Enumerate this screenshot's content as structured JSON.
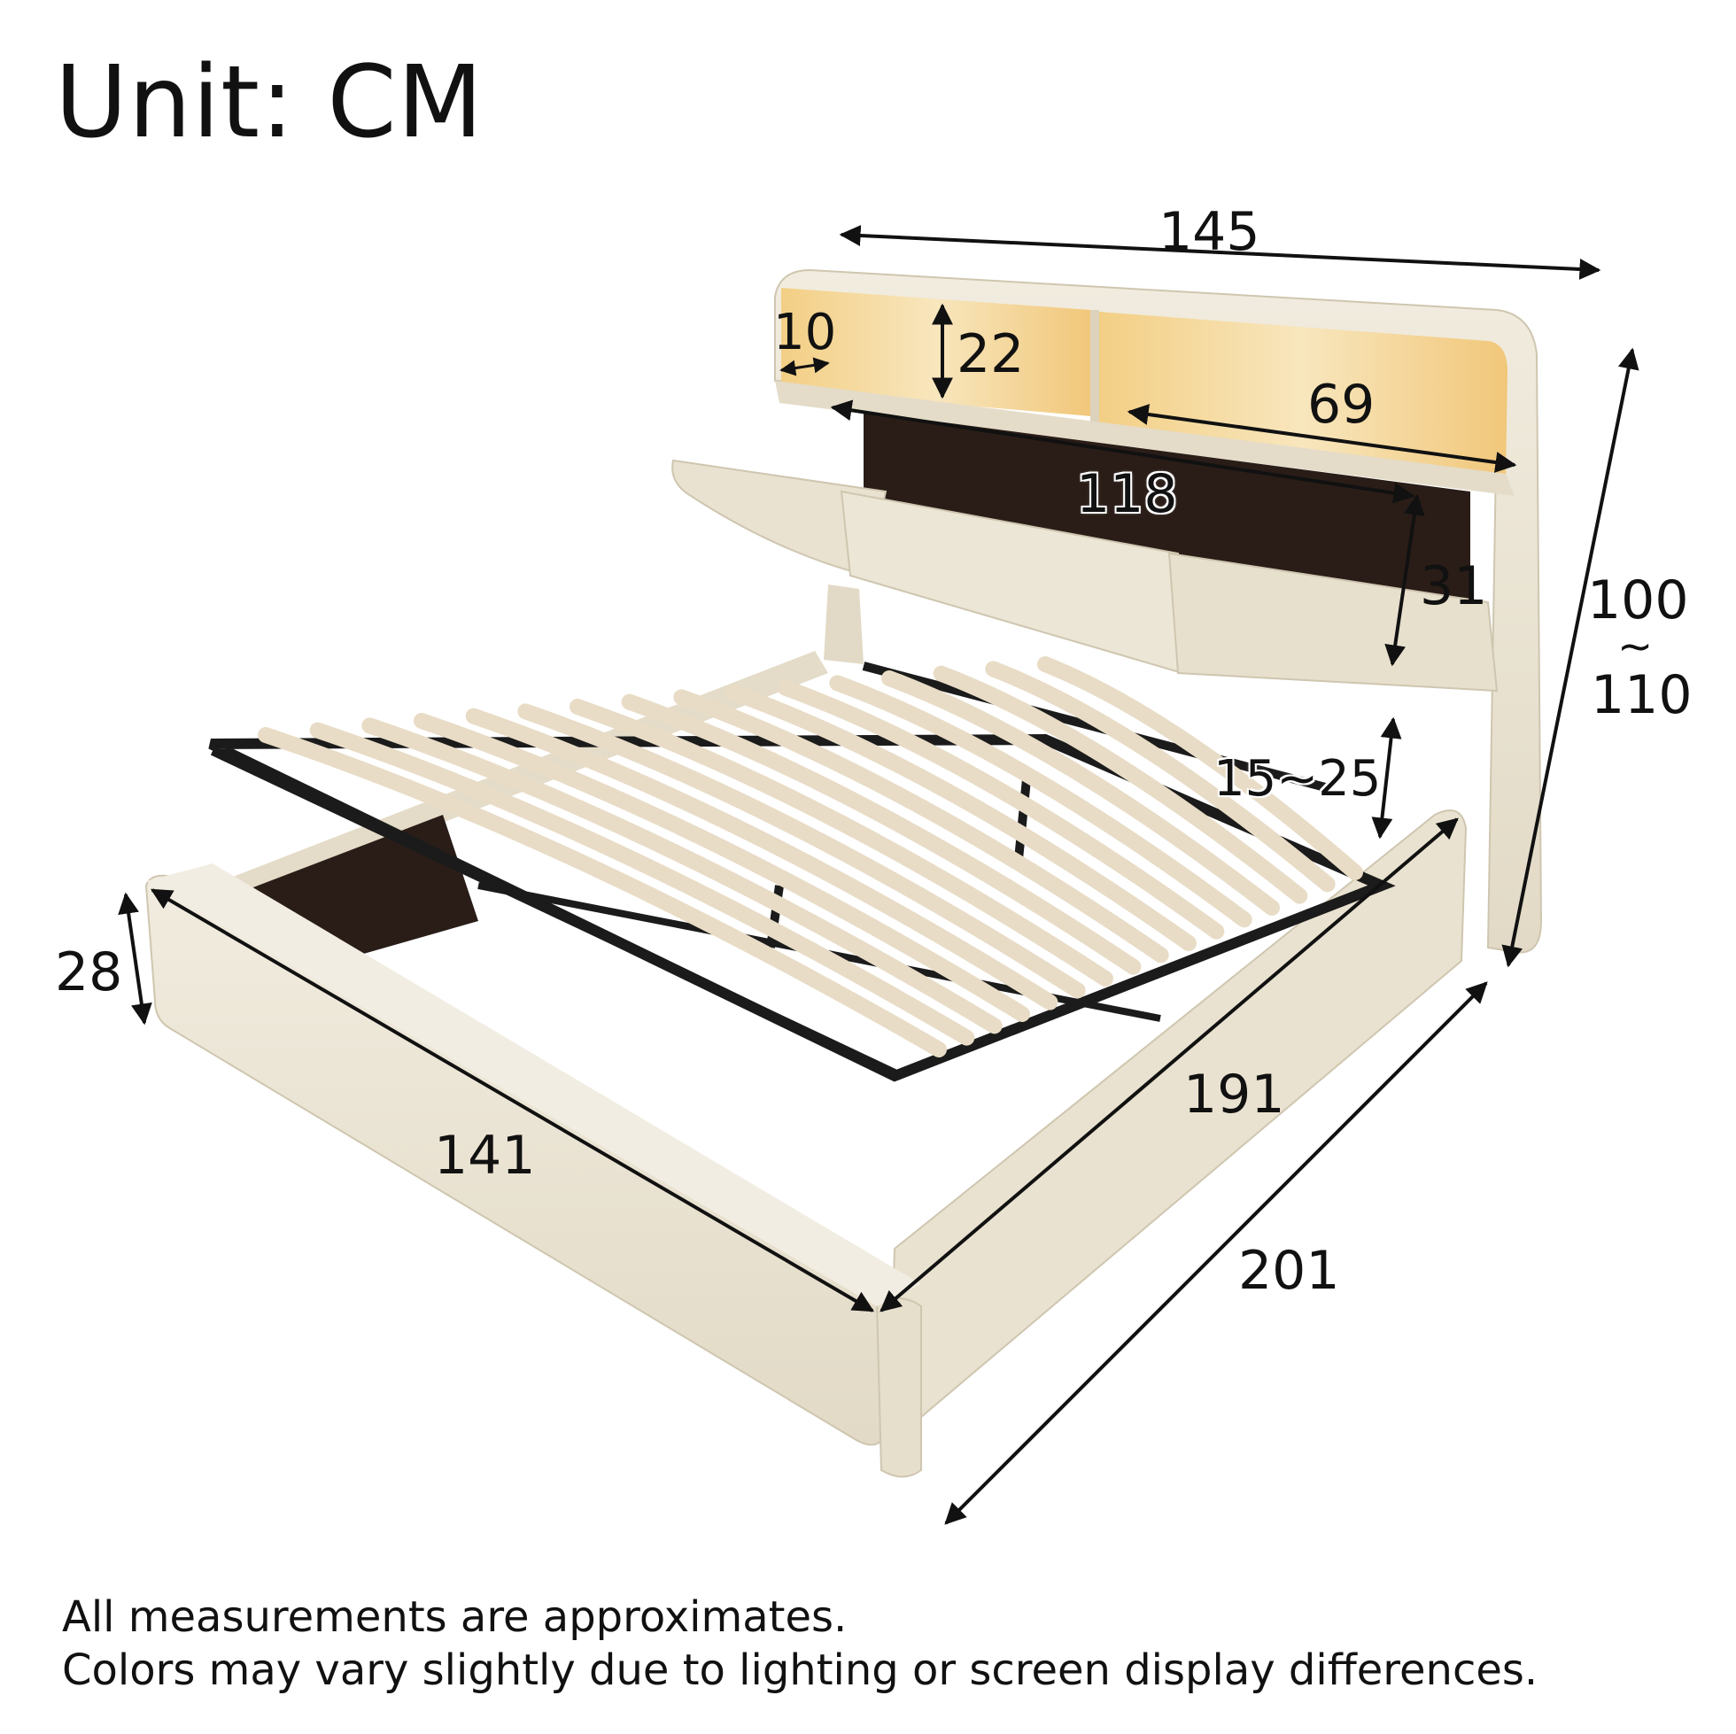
{
  "title": "Unit: CM",
  "dimensions": {
    "headboard_width": "145",
    "shelf_depth": "10",
    "shelf_height": "22",
    "shelf_width": "69",
    "storage_width": "118",
    "storage_height": "31",
    "total_height_min": "100",
    "total_height_sep": "~",
    "total_height_max": "110",
    "gas_lift_height": "15~25",
    "base_height": "28",
    "bed_width": "141",
    "inner_length": "191",
    "total_length": "201"
  },
  "notes": {
    "line1": "All measurements are approximates.",
    "line2": "Colors may vary slightly due to lighting or screen display differences."
  },
  "colors": {
    "upholstery": "#ece6d6",
    "upholstery_shade": "#d9d1bd",
    "slat": "#e8dcc6",
    "frame": "#1b1b1b",
    "storage_dark": "#2a1d18",
    "led_glow": "#f6d79a"
  }
}
